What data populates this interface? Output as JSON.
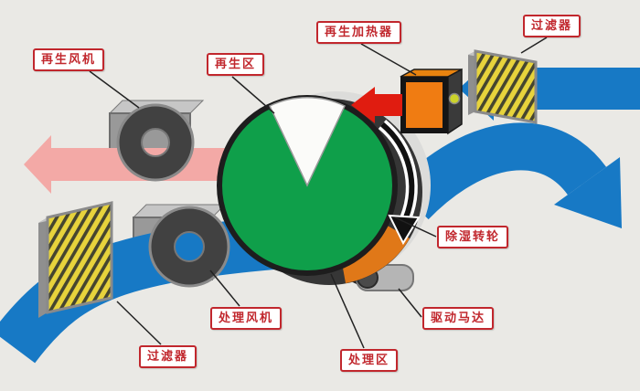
{
  "labels": {
    "regen_fan": "再生风机",
    "regen_zone": "再生区",
    "regen_heater": "再生加热器",
    "filter_top": "过滤器",
    "dehumid_wheel": "除湿转轮",
    "drive_motor": "驱动马达",
    "process_zone": "处理区",
    "process_fan": "处理风机",
    "filter_bottom": "过滤器"
  },
  "colors": {
    "background": "#eae9e5",
    "process_air_blue": "#1779c5",
    "regen_exhaust_pink": "#f3a9a6",
    "hot_air_red": "#e01c10",
    "wheel_green": "#0f9f4a",
    "wheel_regen_sector": "#fbfbf9",
    "wheel_side_dark": "#363636",
    "heated_sector_orange": "#e07818",
    "heater_orange": "#f07c12",
    "heater_indicator": "#ccd32b",
    "filter_yellow": "#e7d33c",
    "fan_dark": "#414141",
    "housing_gray": "#999999",
    "label_red": "#c1272d"
  }
}
